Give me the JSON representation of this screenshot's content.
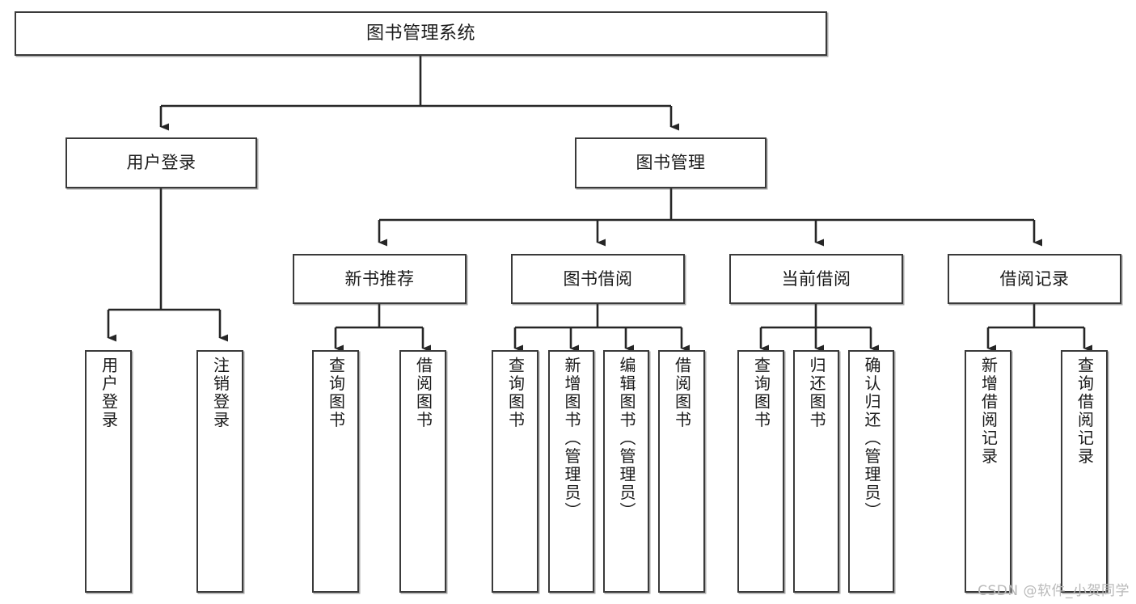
{
  "diagram": {
    "title": "图书管理系统",
    "type": "tree-hierarchy",
    "watermark": "CSDN @软件_小贺同学",
    "colors": {
      "box_border": "#3a3a3a",
      "box_fill": "#ffffff",
      "edge": "#262626",
      "text": "#1a1a1a",
      "watermark": "#b9b9b9"
    },
    "nodes": {
      "root": {
        "label": "图书管理系统"
      },
      "level2": [
        {
          "id": "user-login",
          "label": "用户登录"
        },
        {
          "id": "book-manage",
          "label": "图书管理"
        }
      ],
      "level3": [
        {
          "id": "new-book-rec",
          "label": "新书推荐"
        },
        {
          "id": "book-borrow",
          "label": "图书借阅"
        },
        {
          "id": "current-borrow",
          "label": "当前借阅"
        },
        {
          "id": "borrow-record",
          "label": "借阅记录"
        }
      ],
      "leaves": {
        "user-login": [
          {
            "id": "leaf-user-login",
            "label": "用户登录"
          },
          {
            "id": "leaf-logout-login",
            "label": "注销登录"
          }
        ],
        "new-book-rec": [
          {
            "id": "leaf-query-book-1",
            "label": "查询图书"
          },
          {
            "id": "leaf-borrow-book-1",
            "label": "借阅图书"
          }
        ],
        "book-borrow": [
          {
            "id": "leaf-query-book-2",
            "label": "查询图书"
          },
          {
            "id": "leaf-add-book",
            "label": "新增图书（管理员）"
          },
          {
            "id": "leaf-edit-book",
            "label": "编辑图书（管理员）"
          },
          {
            "id": "leaf-borrow-book-2",
            "label": "借阅图书"
          }
        ],
        "current-borrow": [
          {
            "id": "leaf-query-book-3",
            "label": "查询图书"
          },
          {
            "id": "leaf-return-book",
            "label": "归还图书"
          },
          {
            "id": "leaf-confirm-return",
            "label": "确认归还（管理员）"
          }
        ],
        "borrow-record": [
          {
            "id": "leaf-add-record",
            "label": "新增借阅记录"
          },
          {
            "id": "leaf-query-record",
            "label": "查询借阅记录"
          }
        ]
      }
    }
  }
}
